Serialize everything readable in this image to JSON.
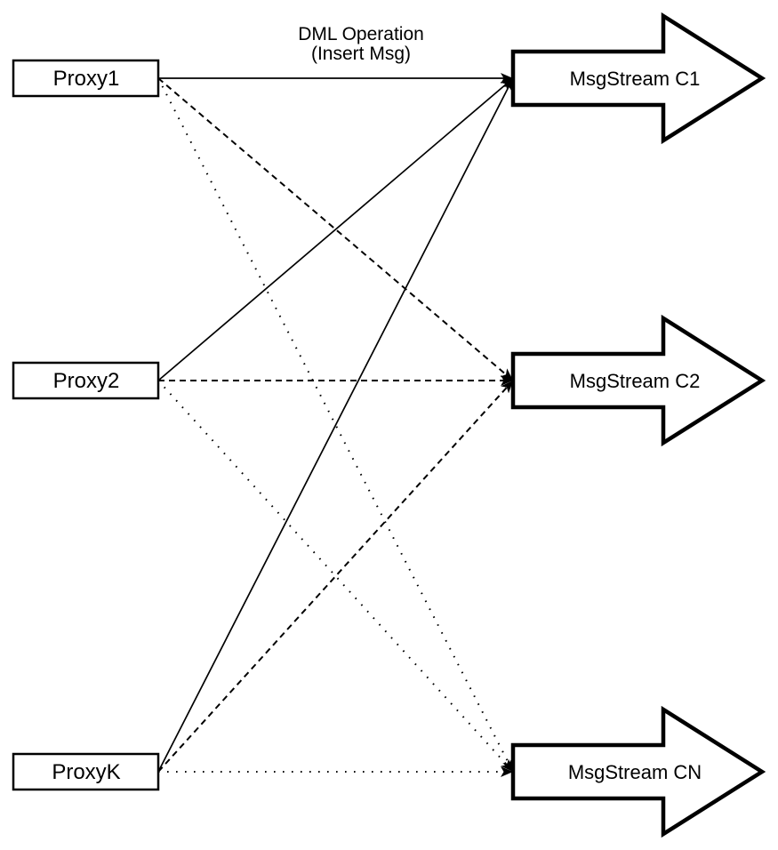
{
  "diagram": {
    "edge_label": {
      "line1": "DML Operation",
      "line2": "(Insert Msg)"
    },
    "proxies": [
      {
        "id": "proxy1",
        "label": "Proxy1"
      },
      {
        "id": "proxy2",
        "label": "Proxy2"
      },
      {
        "id": "proxyk",
        "label": "ProxyK"
      }
    ],
    "streams": [
      {
        "id": "c1",
        "label": "MsgStream C1",
        "shape": "block-arrow-right"
      },
      {
        "id": "c2",
        "label": "MsgStream C2",
        "shape": "block-arrow-right"
      },
      {
        "id": "cn",
        "label": "MsgStream CN",
        "shape": "block-arrow-right"
      }
    ],
    "edges": [
      {
        "from": "proxy1",
        "to": "c1",
        "style": "solid"
      },
      {
        "from": "proxy2",
        "to": "c1",
        "style": "solid"
      },
      {
        "from": "proxyk",
        "to": "c1",
        "style": "solid"
      },
      {
        "from": "proxy1",
        "to": "c2",
        "style": "dashed"
      },
      {
        "from": "proxy2",
        "to": "c2",
        "style": "dashed"
      },
      {
        "from": "proxyk",
        "to": "c2",
        "style": "dashed"
      },
      {
        "from": "proxy1",
        "to": "cn",
        "style": "dotted"
      },
      {
        "from": "proxy2",
        "to": "cn",
        "style": "dotted"
      },
      {
        "from": "proxyk",
        "to": "cn",
        "style": "dotted"
      }
    ],
    "colors": {
      "stroke": "#000000",
      "fill": "#ffffff",
      "background": "#ffffff"
    }
  }
}
